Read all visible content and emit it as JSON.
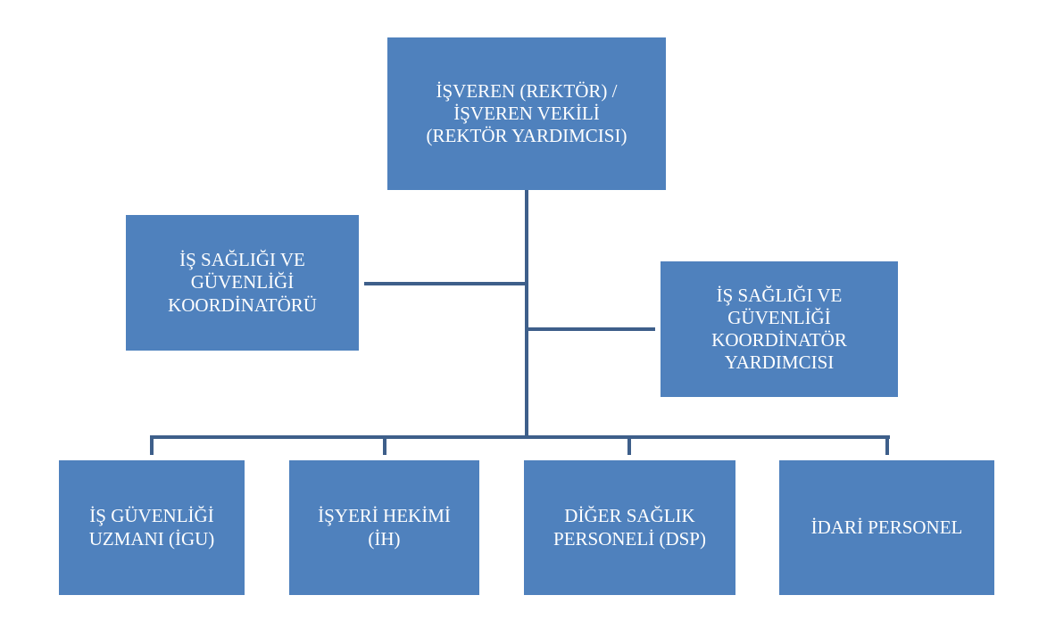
{
  "diagram": {
    "top": {
      "text": "İŞVEREN (REKTÖR) /\nİŞVEREN VEKİLİ\n(REKTÖR YARDIMCISI)"
    },
    "coordinator": {
      "text": "İŞ SAĞLIĞI VE\nGÜVENLİĞİ\nKOORDİNATÖRÜ"
    },
    "coordinator_assistant": {
      "text": "İŞ SAĞLIĞI VE\nGÜVENLİĞİ\nKOORDİNATÖR\nYARDIMCISI"
    },
    "bottom": [
      {
        "text": "İŞ GÜVENLİĞİ\nUZMANI (İGU)"
      },
      {
        "text": "İŞYERİ HEKİMİ\n(İH)"
      },
      {
        "text": "DİĞER SAĞLIK\nPERSONELİ (DSP)"
      },
      {
        "text": "İDARİ PERSONEL"
      }
    ],
    "colors": {
      "box_fill": "#4f81bd",
      "connector": "#3e5f8a",
      "text": "#ffffff"
    }
  }
}
